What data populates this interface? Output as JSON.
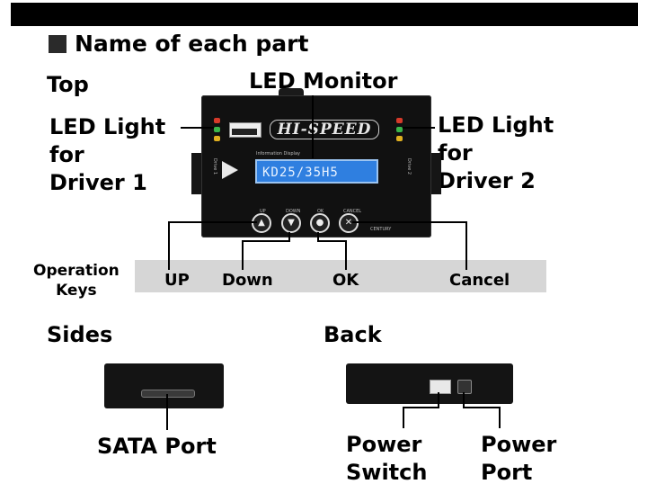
{
  "heading": "Name of each part",
  "sections": {
    "top": "Top",
    "sides": "Sides",
    "back": "Back"
  },
  "labels": {
    "led_monitor": "LED Monitor",
    "led_light_1": [
      "LED Light",
      "for",
      "Driver 1"
    ],
    "led_light_2": [
      "LED Light",
      "for",
      "Driver 2"
    ],
    "sata_port": "SATA Port",
    "power_switch": [
      "Power",
      "Switch"
    ],
    "power_port": [
      "Power",
      "Port"
    ]
  },
  "operation_keys": {
    "title": [
      "Operation",
      "Keys"
    ],
    "keys": [
      {
        "label": "UP",
        "icon": "up-triangle-icon",
        "glyph": "▲"
      },
      {
        "label": "Down",
        "icon": "down-arrow-icon",
        "glyph": "▼"
      },
      {
        "label": "OK",
        "icon": "ok-circle-icon",
        "glyph": "●"
      },
      {
        "label": "Cancel",
        "icon": "cancel-x-icon",
        "glyph": "✕"
      }
    ]
  },
  "device": {
    "brand_text": "HI-SPEED",
    "lcd_text": "KD25/35H5",
    "info_caption": "Information Display",
    "drive1_caption": "Drive 1",
    "drive2_caption": "Drive 2",
    "key_captions": [
      "UP",
      "DOWN",
      "OK",
      "CANCEL"
    ],
    "corner_brand": "CENTURY"
  },
  "colors": {
    "device_body": "#111111",
    "lcd_background": "#2f7fe0",
    "keys_bar": "#d6d6d6",
    "led_red": "#d63a2a",
    "led_green": "#3bb54a",
    "led_yellow": "#e0b020"
  }
}
